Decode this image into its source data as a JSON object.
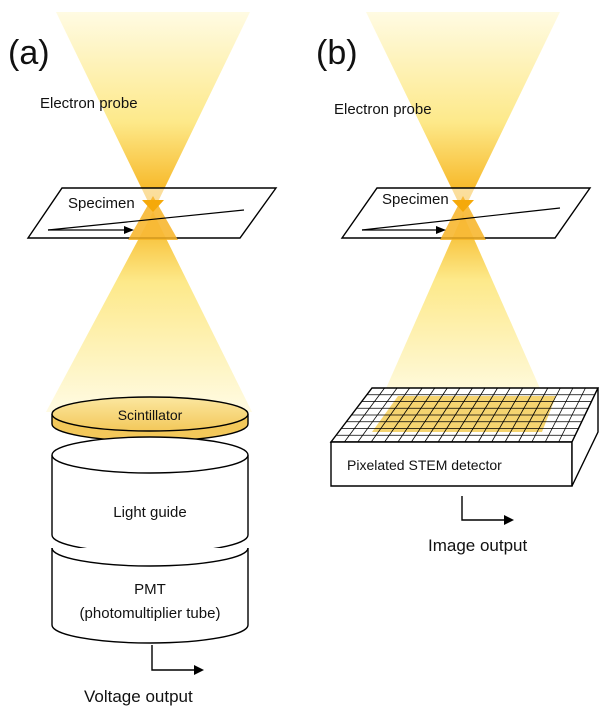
{
  "panel_a": {
    "label": "(a)",
    "probe": "Electron probe",
    "specimen": "Specimen",
    "scintillator": "Scintillator",
    "light_guide": "Light guide",
    "pmt_line1": "PMT",
    "pmt_line2": "(photomultiplier tube)",
    "output": "Voltage output"
  },
  "panel_b": {
    "label": "(b)",
    "probe": "Electron probe",
    "specimen": "Specimen",
    "detector": "Pixelated  STEM detector",
    "output": "Image output"
  },
  "colors": {
    "beam_bright": "#ffffff",
    "beam_yellow": "#fde98a",
    "beam_focus": "#f5a90a",
    "scintillator": "#f7d97a",
    "pixel_highlight": "#f2c94c"
  }
}
